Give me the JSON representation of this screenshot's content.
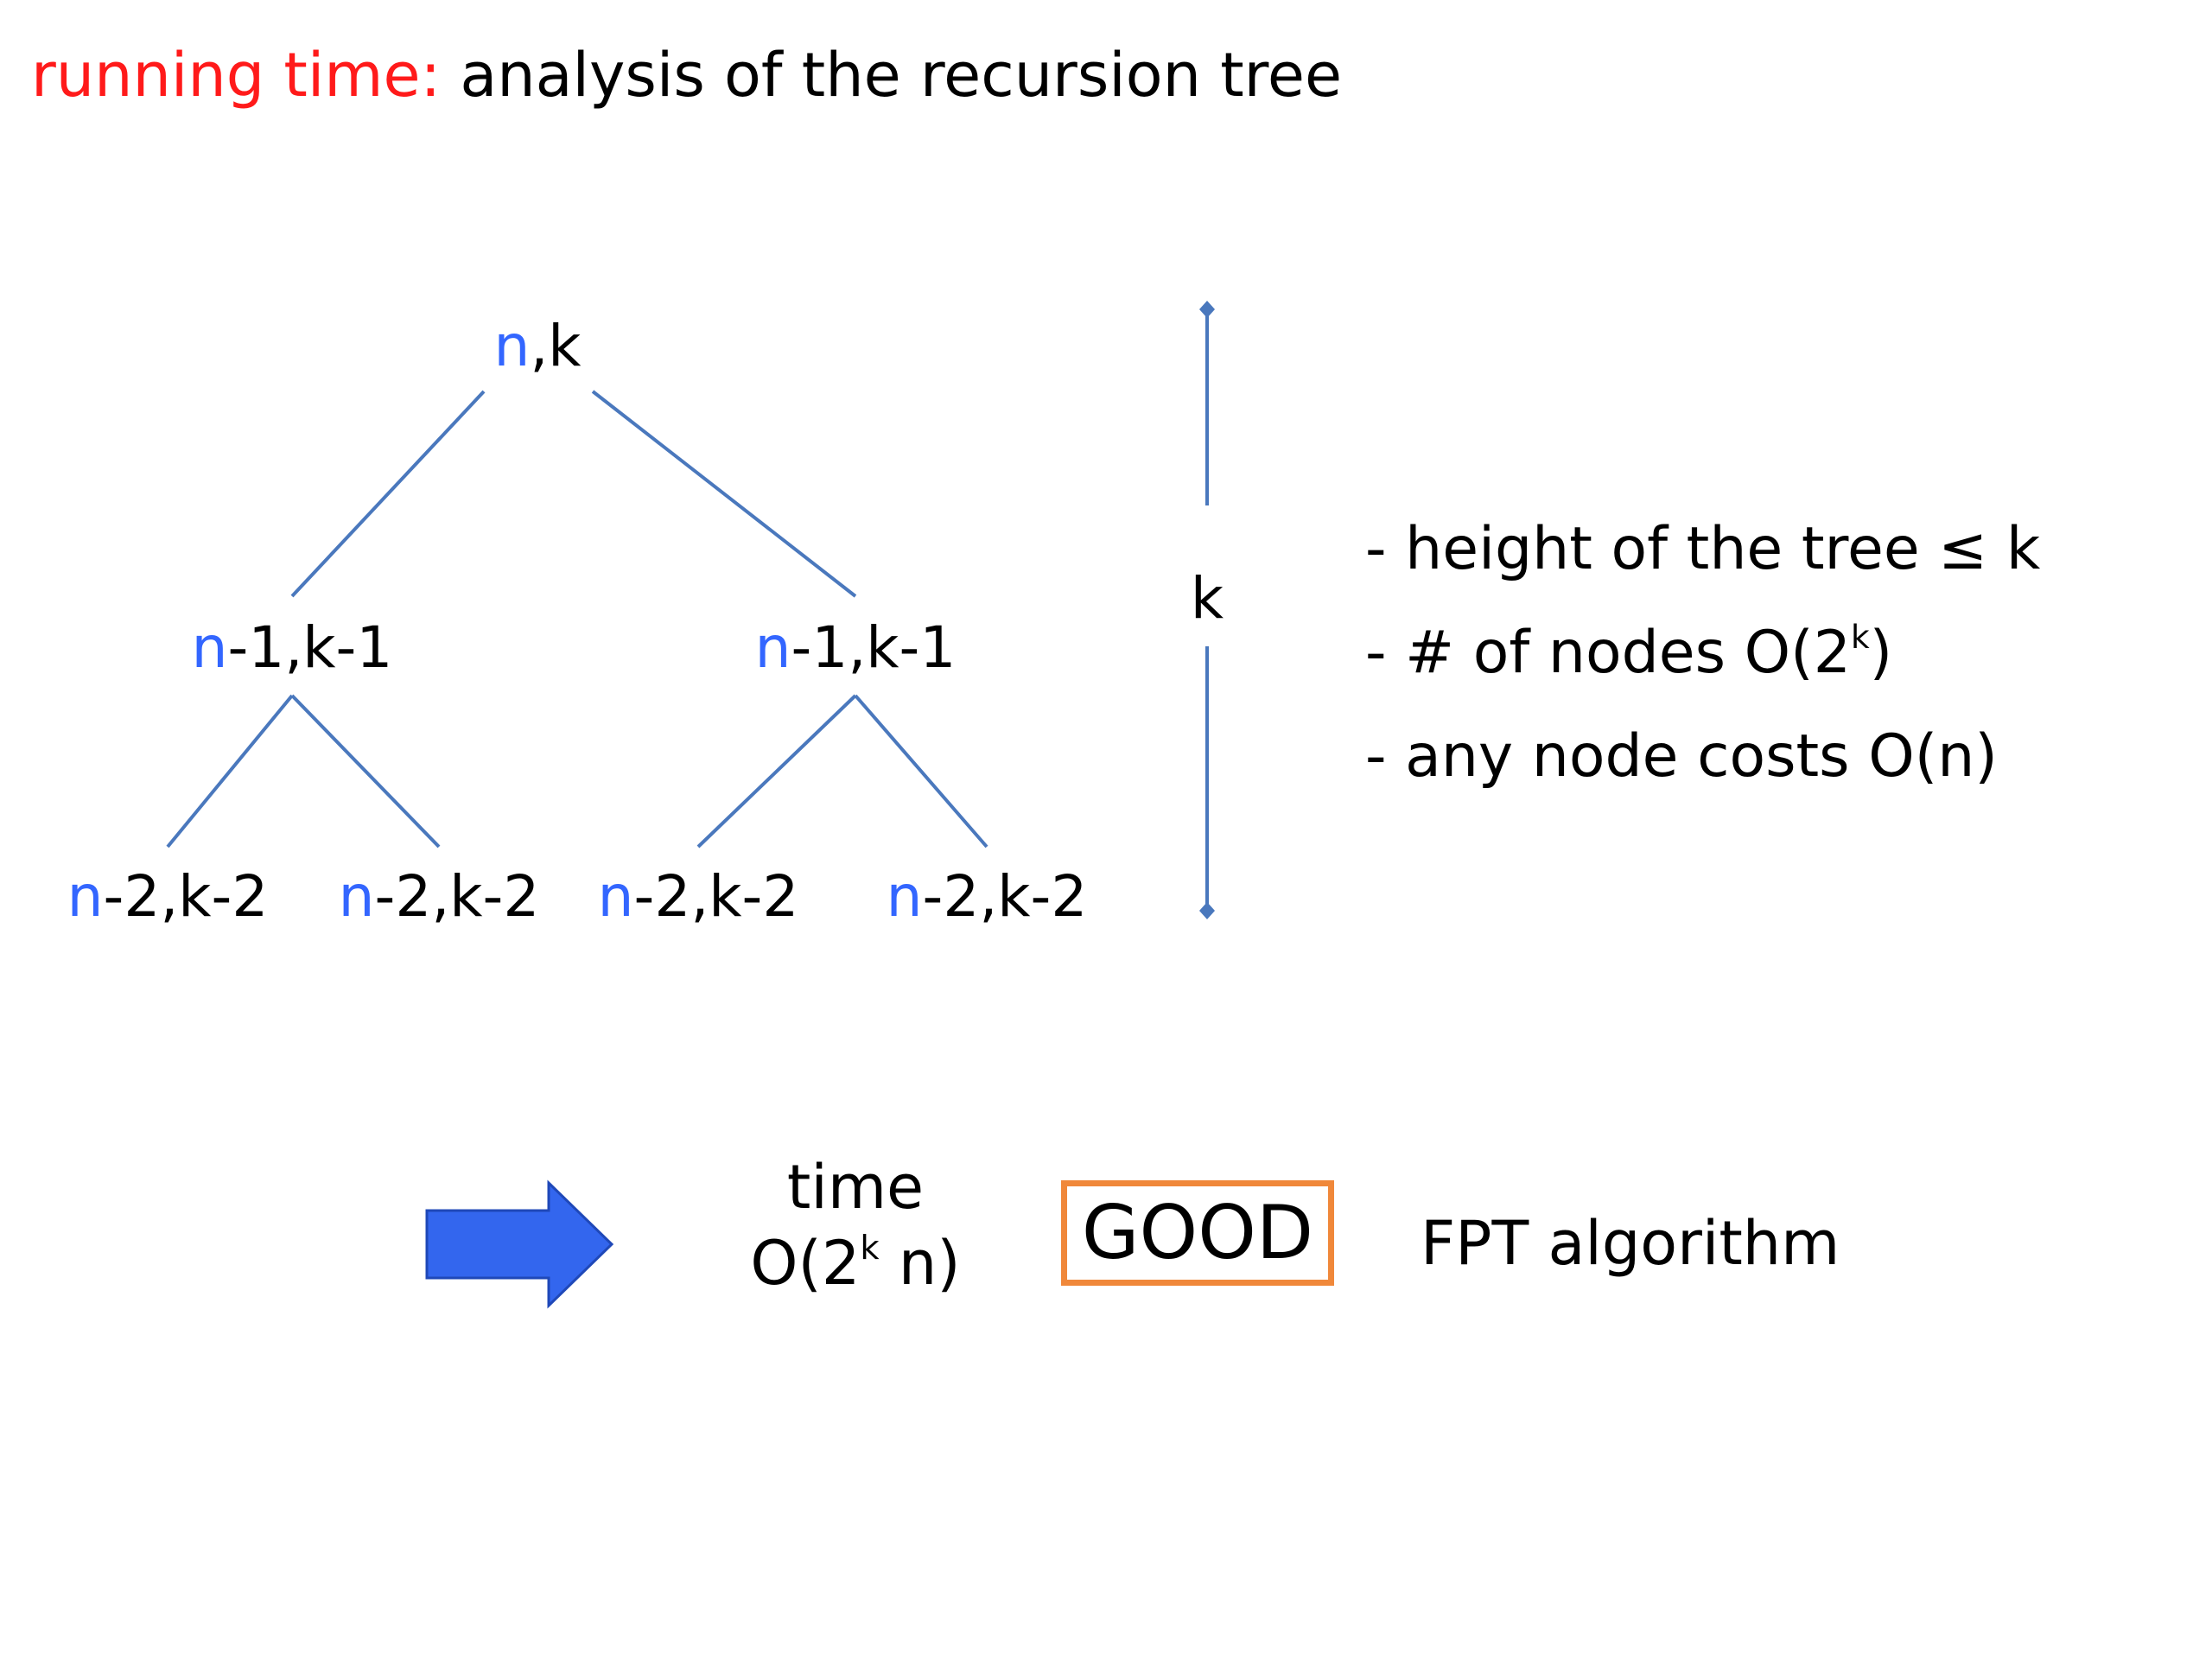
{
  "title": {
    "accent": "running time:",
    "rest": "analysis of the recursion tree"
  },
  "colors": {
    "accent": "#ff1a1a",
    "variable": "#3366ff",
    "edge": "#4a78bd",
    "arrow": "#3366ee",
    "good_border": "#f0883a"
  },
  "tree": {
    "root": {
      "var": "n",
      "rest": ",k"
    },
    "level1": [
      {
        "var": "n",
        "rest": "-1,k-1"
      },
      {
        "var": "n",
        "rest": "-1,k-1"
      }
    ],
    "level2": [
      {
        "var": "n",
        "rest": "-2,k-2"
      },
      {
        "var": "n",
        "rest": "-2,k-2"
      },
      {
        "var": "n",
        "rest": "-2,k-2"
      },
      {
        "var": "n",
        "rest": "-2,k-2"
      }
    ],
    "height_label": "k"
  },
  "bullets": {
    "b1": "- height of the tree ≤ k",
    "b2_pre": "- # of nodes O(2",
    "b2_sup": "k",
    "b2_post": ")",
    "b3": "- any node costs O(n)"
  },
  "conclusion": {
    "time_label": "time",
    "time_pre": "O(2",
    "time_sup": "k",
    "time_post": " n)",
    "good": "GOOD",
    "fpt": "FPT algorithm"
  }
}
